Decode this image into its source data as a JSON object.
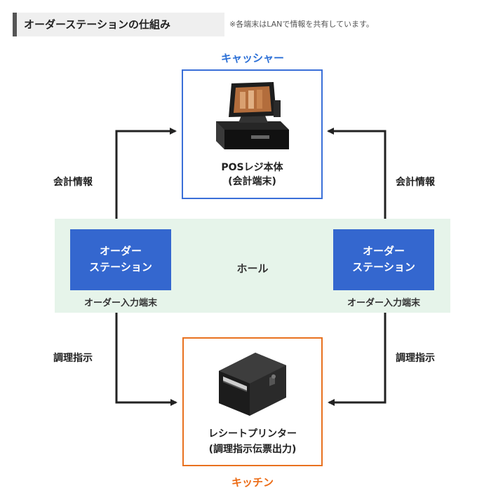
{
  "header": {
    "title": "オーダーステーションの仕組み",
    "note": "※各端末はLANで情報を共有しています。"
  },
  "cashier": {
    "label": "キャッシャー",
    "device_line1": "POSレジ本体",
    "device_line2": "(会計端末)"
  },
  "kitchen": {
    "label": "キッチン",
    "device_line1": "レシートプリンター",
    "device_line2": "(調理指示伝票出力)"
  },
  "hall": {
    "label": "ホール",
    "stations": [
      {
        "line1": "オーダー",
        "line2": "ステーション",
        "sub": "オーダー入力端末"
      },
      {
        "line1": "オーダー",
        "line2": "ステーション",
        "sub": "オーダー入力端末"
      }
    ]
  },
  "flows": {
    "info_left": "会計情報",
    "info_right": "会計情報",
    "cook_left": "調理指示",
    "cook_right": "調理指示"
  },
  "colors": {
    "cashier": "#3a6fd8",
    "kitchen": "#e8711f",
    "station": "#3467cf",
    "hall": "#e6f4ea",
    "arrow": "#222222"
  }
}
